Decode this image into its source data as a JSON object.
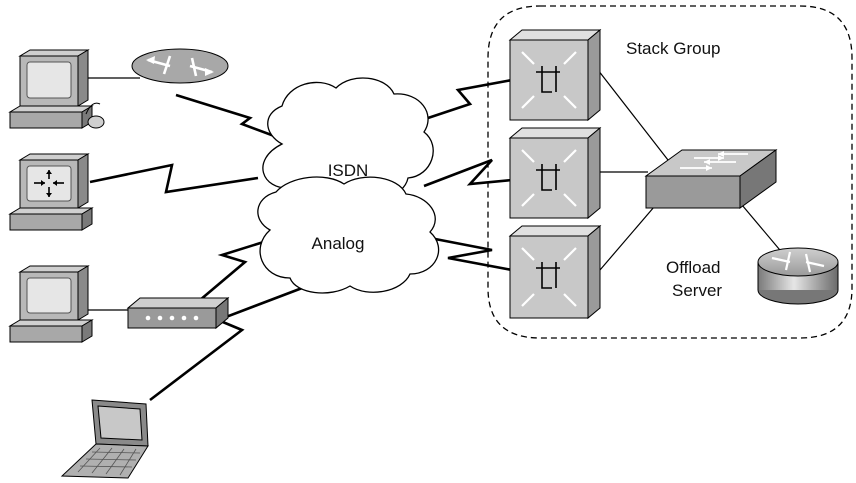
{
  "labels": {
    "stack_group": "Stack Group",
    "isdn": "ISDN",
    "analog": "Analog",
    "offload_line1": "Offload",
    "offload_line2": "Server"
  },
  "colors": {
    "line": "#000000",
    "device_light": "#d9d9d9",
    "device_mid": "#a8a8a8",
    "device_dark": "#6e6e6e",
    "cloud_fill": "#ffffff"
  },
  "icons": [
    "desktop-pc-icon",
    "router-icon",
    "desktop-router-icon",
    "modem-icon",
    "laptop-icon",
    "access-server-icon",
    "workgroup-switch-icon",
    "offload-router-icon",
    "isdn-cloud-icon",
    "analog-cloud-icon",
    "serial-link-icon"
  ]
}
